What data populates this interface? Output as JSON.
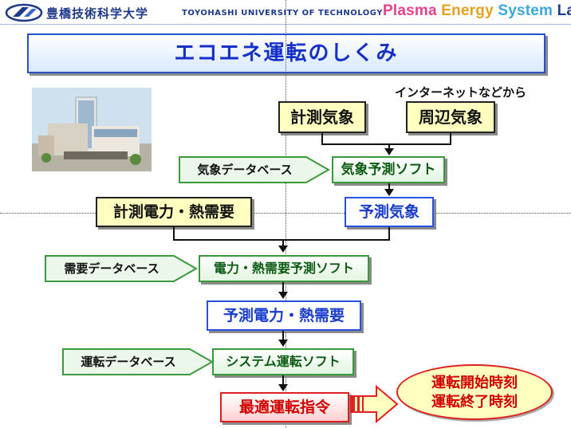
{
  "header": {
    "university_jp": "豊橋技術科学大学",
    "university_en": "TOYOHASHI UNIVERSITY OF TECHNOLOGY",
    "lab": [
      "Plasma ",
      "Energy ",
      "System ",
      "Lab."
    ],
    "lab_colors": [
      "#e8418b",
      "#e6a020",
      "#3aa8d8",
      "#1f3a8a"
    ]
  },
  "title": "エコエネ運転のしくみ",
  "photo_alt": "building",
  "diagram": {
    "note": "インターネットなどから",
    "measured_weather": "計測気象",
    "surrounding_weather": "周辺気象",
    "weather_db": "気象データベース",
    "weather_forecast_soft": "気象予測ソフト",
    "measured_power_heat": "計測電力・熱需要",
    "forecast_weather": "予測気象",
    "demand_db": "需要データベース",
    "demand_forecast_soft": "電力・熱需要予測ソフト",
    "forecast_power_heat": "予測電力・熱需要",
    "operation_db": "運転データベース",
    "system_soft": "システム運転ソフト",
    "optimal_command": "最適運転指令",
    "start_time": "運転開始時刻",
    "end_time": "運転終了時刻"
  }
}
